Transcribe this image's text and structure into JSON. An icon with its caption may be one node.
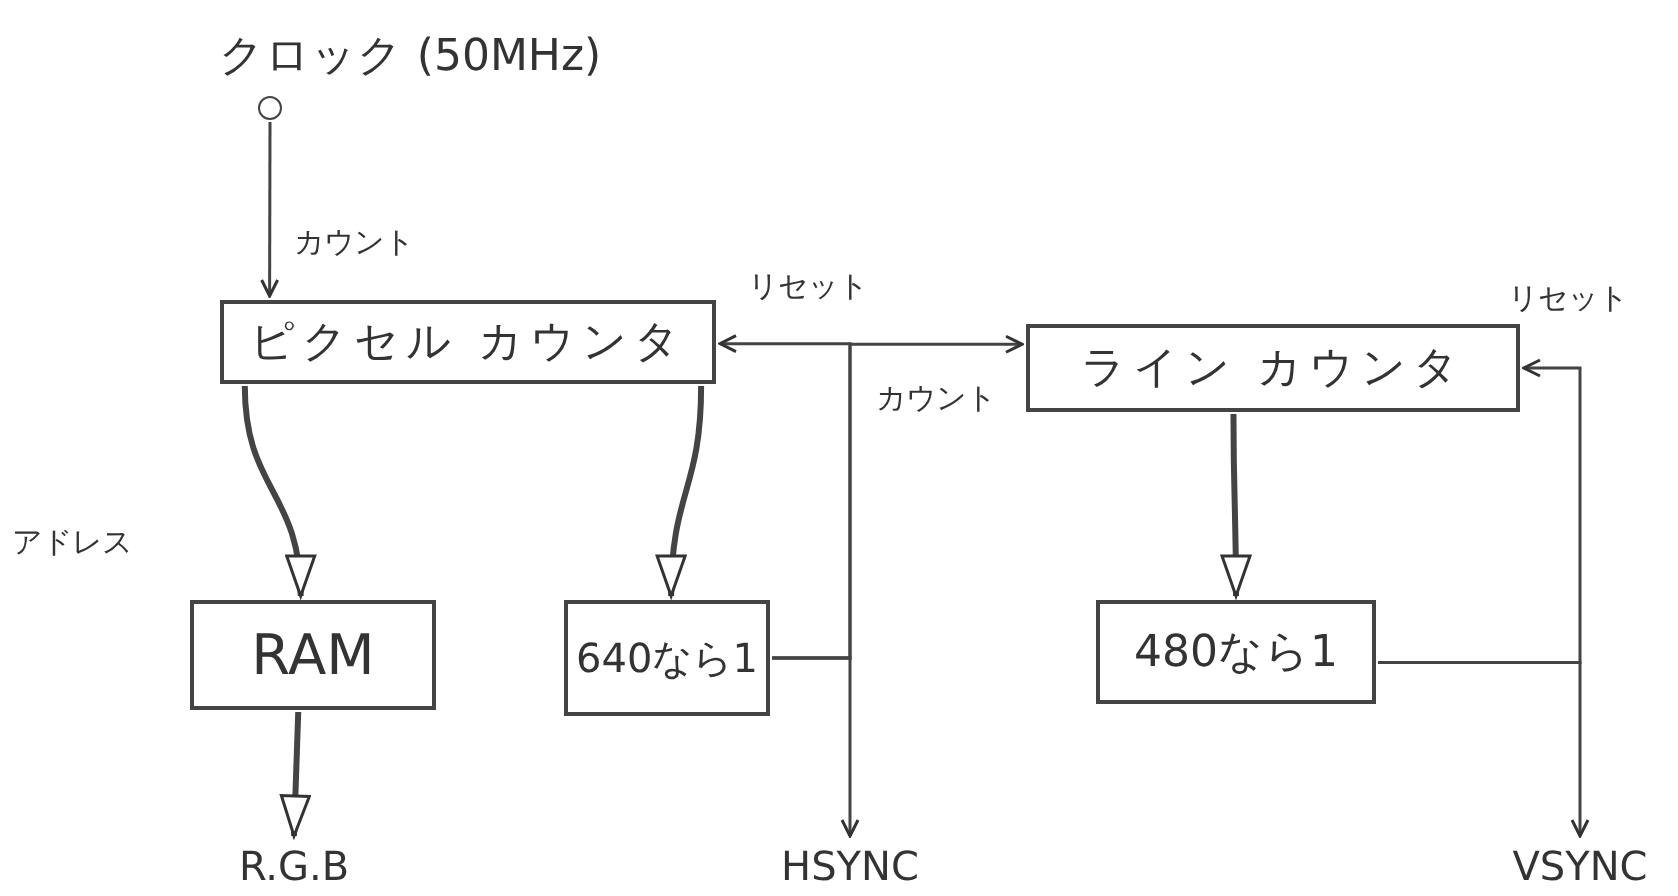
{
  "diagram": {
    "nodes": [
      {
        "text": [
          "クロック (50MHz)"
        ]
      },
      {
        "text": [],
        "shape": "circle"
      },
      {
        "text": [
          "ピクセル カウンタ"
        ]
      },
      {
        "text": [
          "ライン カウンタ"
        ]
      },
      {
        "text": [
          "RAM"
        ]
      },
      {
        "text": [
          "640なら1"
        ]
      },
      {
        "text": [
          "480なら1"
        ]
      },
      {
        "text": [
          "HSYNC"
        ]
      },
      {
        "text": [
          "VSYNC"
        ]
      },
      {
        "text": [
          "R.G.B"
        ]
      }
    ],
    "edges": [
      {
        "from": 1,
        "to": 2,
        "arrow": "to",
        "label": "カウント"
      },
      {
        "from": 2,
        "to": 4,
        "arrow": "to",
        "style": "thick",
        "label": "アドレス"
      },
      {
        "from": 2,
        "to": 5,
        "arrow": "to",
        "style": "thick"
      },
      {
        "from": 3,
        "to": 6,
        "arrow": "to",
        "style": "thick"
      },
      {
        "from": 4,
        "to": 9,
        "arrow": "to",
        "style": "thick"
      },
      {
        "from": 5,
        "to": 2,
        "arrow": "to",
        "label": "リセット"
      },
      {
        "from": 5,
        "to": 7,
        "arrow": "to"
      },
      {
        "from": 5,
        "to": 3,
        "arrow": "to",
        "label": "カウント"
      },
      {
        "from": 6,
        "to": 3,
        "arrow": "to",
        "label": "リセット"
      },
      {
        "from": 6,
        "to": 8,
        "arrow": "to"
      }
    ]
  }
}
